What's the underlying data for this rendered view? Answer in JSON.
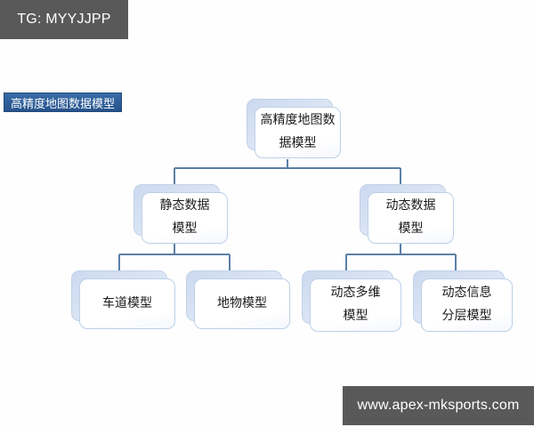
{
  "watermarks": {
    "top_tag": "TG: MYYJJPP",
    "bottom_url": "www.apex-mksports.com"
  },
  "title_tag": {
    "label": "高精度地图数据模型",
    "background_color": "#2f5f9b",
    "text_color": "#ffffff"
  },
  "diagram": {
    "type": "tree",
    "orientation": "top-down",
    "node_fill": "#ffffff",
    "node_shadow_color": "#d2dff1",
    "node_border_color": "#bcd0e8",
    "connector_color": "#5b7fa6",
    "root": {
      "id": "root",
      "lines": [
        "高精度地图数",
        "据模型"
      ],
      "full_text": "高精度地图数据模型"
    },
    "level2": [
      {
        "id": "static-data-model",
        "lines": [
          "静态数据",
          "模型"
        ],
        "full_text": "静态数据模型"
      },
      {
        "id": "dynamic-data-model",
        "lines": [
          "动态数据",
          "模型"
        ],
        "full_text": "动态数据模型"
      }
    ],
    "leaves": [
      {
        "id": "lane-model",
        "parent": "static-data-model",
        "lines": [
          "车道模型"
        ],
        "full_text": "车道模型"
      },
      {
        "id": "feature-model",
        "parent": "static-data-model",
        "lines": [
          "地物模型"
        ],
        "full_text": "地物模型"
      },
      {
        "id": "dynamic-multidim-model",
        "parent": "dynamic-data-model",
        "lines": [
          "动态多维",
          "模型"
        ],
        "full_text": "动态多维模型"
      },
      {
        "id": "dynamic-info-layered-model",
        "parent": "dynamic-data-model",
        "lines": [
          "动态信息",
          "分层模型"
        ],
        "full_text": "动态信息分层模型"
      }
    ]
  }
}
